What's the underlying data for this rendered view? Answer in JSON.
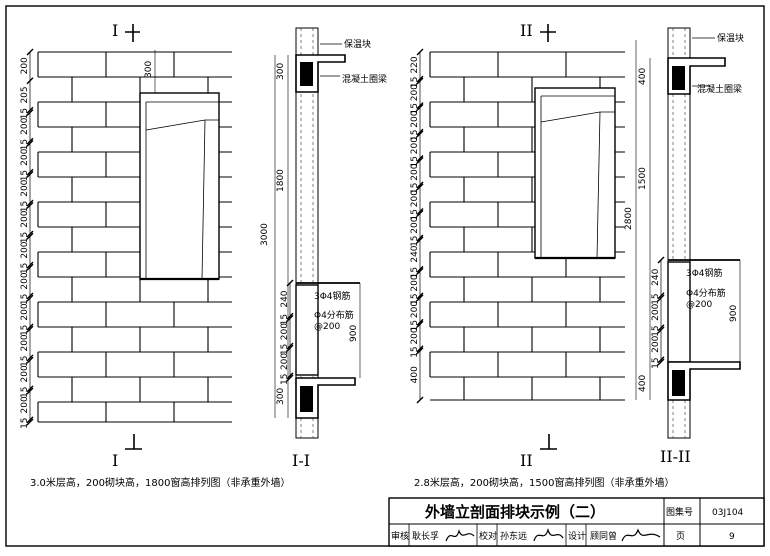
{
  "left_elevation": {
    "section_mark_top": "I",
    "section_mark_bottom": "I",
    "dims": [
      "200",
      "205",
      "15",
      "200",
      "15",
      "200",
      "15",
      "200",
      "15",
      "200",
      "15",
      "200",
      "15",
      "200",
      "15",
      "200",
      "15",
      "200",
      "15",
      "200",
      "15",
      "200",
      "15"
    ],
    "lintel_dim": "300",
    "caption": "3.0米层高，200砌块高，1800窗高排列图（非承重外墙）"
  },
  "left_section": {
    "title": "I-I",
    "label_insulation": "保温块",
    "label_ring_beam": "混凝土圈梁",
    "label_rebar": "3Φ4钢筋",
    "label_dist_rebar": "Φ4分布筋",
    "label_spacing": "@200",
    "total_height": "3000",
    "window_height": "1800",
    "sill_height": "900",
    "top_dim": "300",
    "bottom_dim": "300",
    "sill_dims": [
      "240",
      "15",
      "200",
      "15",
      "200",
      "15"
    ]
  },
  "right_elevation": {
    "section_mark_top": "II",
    "section_mark_bottom": "II",
    "dims": [
      "220",
      "15",
      "200",
      "15",
      "200",
      "15",
      "200",
      "15",
      "200",
      "15",
      "200",
      "15",
      "200",
      "15",
      "240",
      "15",
      "200",
      "15",
      "200",
      "15",
      "200",
      "15",
      "400"
    ],
    "caption": "2.8米层高，200砌块高，1500窗高排列图（非承重外墙）"
  },
  "right_section": {
    "title": "II-II",
    "label_insulation": "保温块",
    "label_ring_beam": "混凝土圈梁",
    "label_rebar": "3Φ4钢筋",
    "label_dist_rebar": "Φ4分布筋",
    "label_spacing": "@200",
    "total_height": "2800",
    "window_height": "1500",
    "sill_height": "900",
    "top_dim": "400",
    "bottom_dim": "400",
    "sill_dims": [
      "240",
      "15",
      "200",
      "15",
      "200",
      "15"
    ]
  },
  "title_block": {
    "drawing_title": "外墙立剖面排块示例（二）",
    "atlas_label": "图集号",
    "atlas_number": "03J104",
    "review_label": "审核",
    "reviewer": "耿长孚",
    "check_label": "校对",
    "checker": "孙东远",
    "design_label": "设计",
    "designer": "顾同曾",
    "page_label": "页",
    "page_number": "9"
  }
}
